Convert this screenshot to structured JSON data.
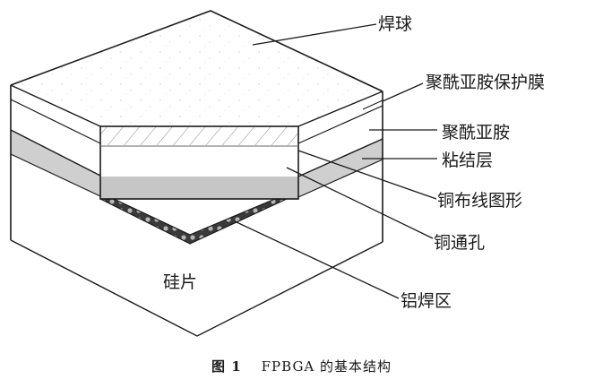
{
  "labels": {
    "solder_ball": "焊球",
    "polyimide_protective_film": "聚酰亚胺保护膜",
    "polyimide": "聚酰亚胺",
    "adhesive_layer": "粘结层",
    "copper_wiring_pattern": "铜布线图形",
    "copper_via": "铜通孔",
    "silicon_wafer": "硅片",
    "aluminum_pad": "铝焊区"
  },
  "caption": {
    "figure_number": "图 1",
    "text": "FPBGA 的基本结构"
  },
  "colors": {
    "line": "#1a1a1a",
    "adhesive_fill": "#cfcfcf",
    "pad_fill": "#555555",
    "background": "#ffffff"
  }
}
